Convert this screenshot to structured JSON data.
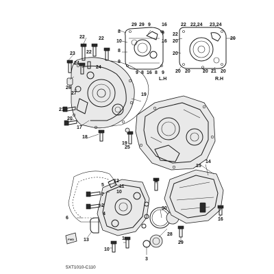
{
  "diagram_code": "5XT1010-C110",
  "side_labels": {
    "left": "L.H",
    "right": "R.H"
  },
  "stamp_text": "FWD",
  "callouts": [
    {
      "id": "c1",
      "text": "22"
    },
    {
      "id": "c2",
      "text": "23"
    },
    {
      "id": "c3",
      "text": "24"
    },
    {
      "id": "c4",
      "text": "26"
    },
    {
      "id": "c5",
      "text": "27"
    },
    {
      "id": "c6",
      "text": "21"
    },
    {
      "id": "c7",
      "text": "20"
    },
    {
      "id": "c8",
      "text": "17"
    },
    {
      "id": "c9",
      "text": "18"
    },
    {
      "id": "c10",
      "text": "19"
    },
    {
      "id": "c11",
      "text": "25"
    },
    {
      "id": "c12",
      "text": "19"
    },
    {
      "id": "c13",
      "text": "22"
    },
    {
      "id": "c14",
      "text": "22"
    },
    {
      "id": "c15",
      "text": "24"
    },
    {
      "id": "c16",
      "text": "29"
    },
    {
      "id": "c17",
      "text": "29"
    },
    {
      "id": "c18",
      "text": "9"
    },
    {
      "id": "c19",
      "text": "16"
    },
    {
      "id": "c20",
      "text": "8"
    },
    {
      "id": "c21",
      "text": "9"
    },
    {
      "id": "c22",
      "text": "10"
    },
    {
      "id": "c23",
      "text": "16"
    },
    {
      "id": "c24",
      "text": "8"
    },
    {
      "id": "c25",
      "text": "9"
    },
    {
      "id": "c26",
      "text": "8"
    },
    {
      "id": "c27",
      "text": "16"
    },
    {
      "id": "c28",
      "text": "8"
    },
    {
      "id": "c29",
      "text": "9"
    },
    {
      "id": "c30",
      "text": "9"
    },
    {
      "id": "c31",
      "text": "22"
    },
    {
      "id": "c32",
      "text": "22,24"
    },
    {
      "id": "c33",
      "text": "23,24"
    },
    {
      "id": "c34",
      "text": "22"
    },
    {
      "id": "c35",
      "text": "20"
    },
    {
      "id": "c36",
      "text": "20"
    },
    {
      "id": "c37",
      "text": "20"
    },
    {
      "id": "c38",
      "text": "20"
    },
    {
      "id": "c39",
      "text": "20"
    },
    {
      "id": "c40",
      "text": "21"
    },
    {
      "id": "c41",
      "text": "20"
    },
    {
      "id": "c42",
      "text": "20"
    },
    {
      "id": "c43",
      "text": "14"
    },
    {
      "id": "c44",
      "text": "15"
    },
    {
      "id": "c45",
      "text": "9"
    },
    {
      "id": "c46",
      "text": "12"
    },
    {
      "id": "c47",
      "text": "11"
    },
    {
      "id": "c48",
      "text": "10"
    },
    {
      "id": "c49",
      "text": "7"
    },
    {
      "id": "c50",
      "text": "5"
    },
    {
      "id": "c51",
      "text": "6"
    },
    {
      "id": "c52",
      "text": "2"
    },
    {
      "id": "c53",
      "text": "4"
    },
    {
      "id": "c54",
      "text": "13"
    },
    {
      "id": "c55",
      "text": "1"
    },
    {
      "id": "c56",
      "text": "10"
    },
    {
      "id": "c57",
      "text": "3"
    },
    {
      "id": "c58",
      "text": "30"
    },
    {
      "id": "c59",
      "text": "28"
    },
    {
      "id": "c60",
      "text": "29"
    },
    {
      "id": "c61",
      "text": "16"
    }
  ]
}
